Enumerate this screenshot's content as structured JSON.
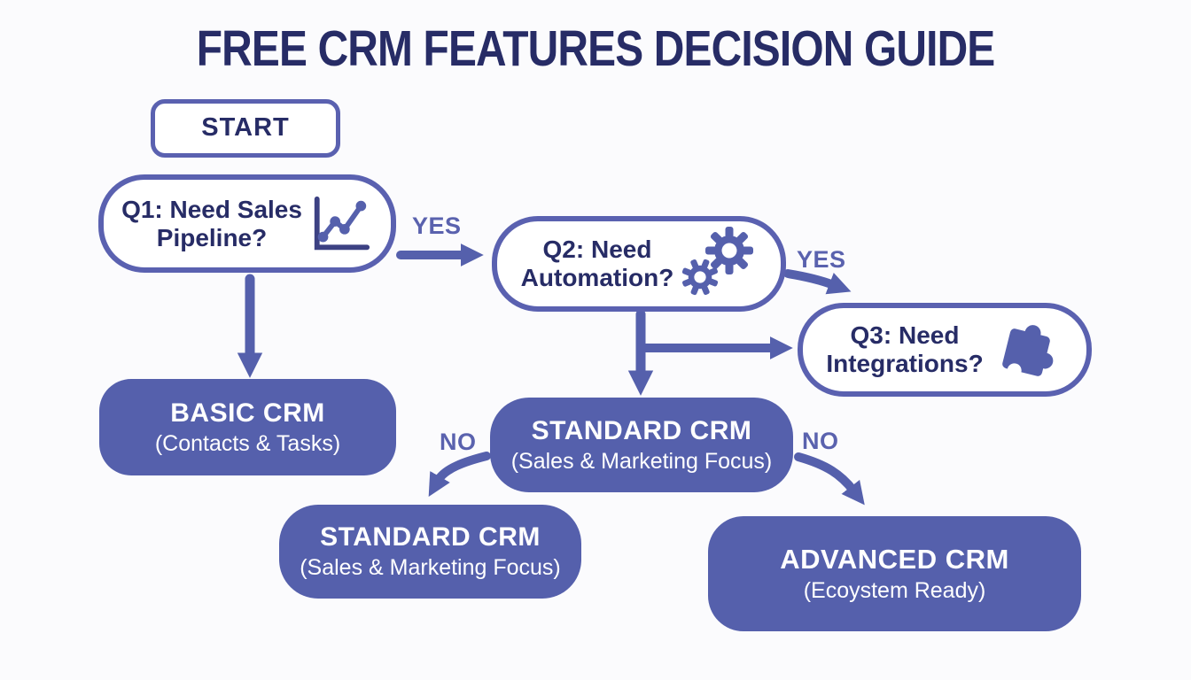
{
  "title": "FREE CRM FEATURES DECISION GUIDE",
  "colors": {
    "node_fill": "#5560ac",
    "node_border": "#5a61b0",
    "navy_text": "#272c66",
    "edge_label": "#5a62ae",
    "result_text": "#ffffff",
    "background": "#fbfbfd"
  },
  "nodes": {
    "start": {
      "label": "START"
    },
    "q1": {
      "line1": "Q1: Need Sales",
      "line2": "Pipeline?",
      "icon": "line-chart"
    },
    "q2": {
      "line1": "Q2: Need",
      "line2": "Automation?",
      "icon": "gears"
    },
    "q3": {
      "line1": "Q3: Need",
      "line2": "Integrations?",
      "icon": "puzzle"
    },
    "basic": {
      "title": "BASIC CRM",
      "subtitle": "(Contacts & Tasks)"
    },
    "standard_mid": {
      "title": "STANDARD CRM",
      "subtitle": "(Sales & Marketing Focus)"
    },
    "standard_bottom": {
      "title": "STANDARD CRM",
      "subtitle": "(Sales & Marketing Focus)"
    },
    "advanced": {
      "title": "ADVANCED CRM",
      "subtitle": "(Ecoystem Ready)"
    }
  },
  "edge_labels": {
    "q1_to_q2": "YES",
    "q2_to_q3": "YES",
    "mid_to_bottom": "NO",
    "mid_to_advanced": "NO"
  }
}
